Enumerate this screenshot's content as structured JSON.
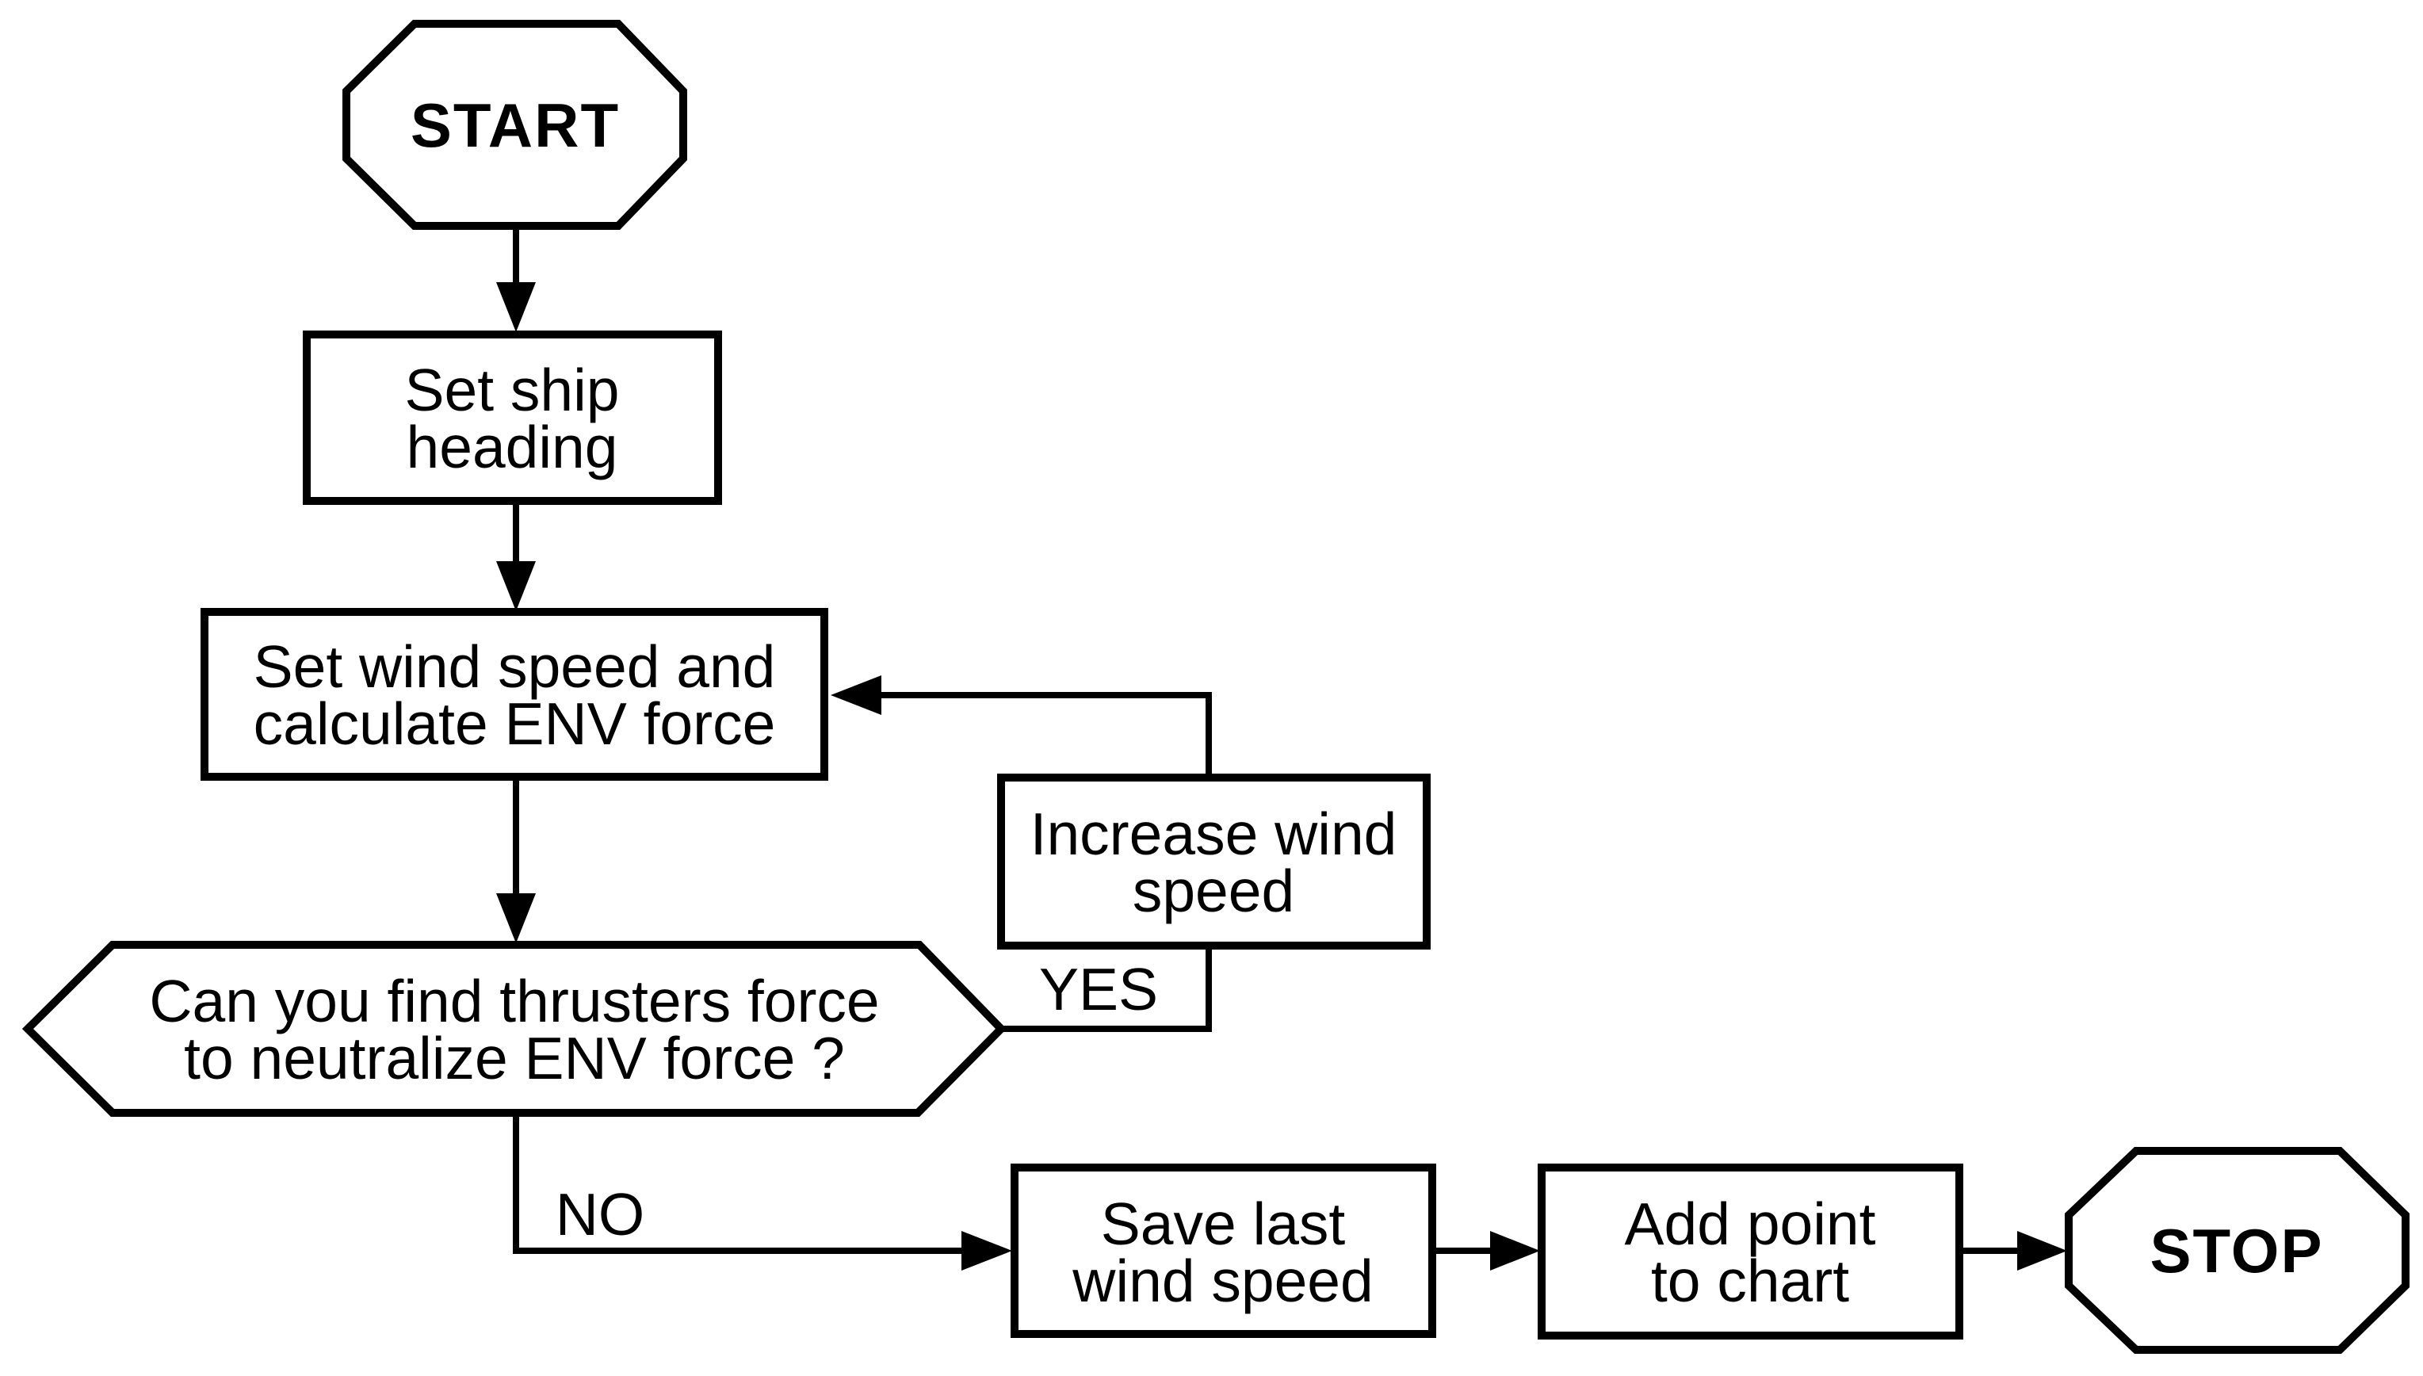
{
  "diagram": {
    "type": "flowchart",
    "background_color": "#ffffff",
    "line_color": "#000000",
    "node_fill_color": "#ffffff",
    "nodes": {
      "start": {
        "shape": "octagon",
        "label": "START"
      },
      "set_ship_heading": {
        "shape": "rectangle",
        "lines": [
          "Set ship",
          "heading"
        ]
      },
      "set_wind_speed": {
        "shape": "rectangle",
        "lines": [
          "Set wind speed and",
          "calculate ENV force"
        ]
      },
      "thrusters_decision": {
        "shape": "hexagon",
        "lines": [
          "Can you find thrusters force",
          "to neutralize ENV force ?"
        ]
      },
      "increase_wind_speed": {
        "shape": "rectangle",
        "lines": [
          "Increase wind",
          "speed"
        ]
      },
      "save_last_wind_speed": {
        "shape": "rectangle",
        "lines": [
          "Save last",
          "wind speed"
        ]
      },
      "add_point_to_chart": {
        "shape": "rectangle",
        "lines": [
          "Add point",
          "to chart"
        ]
      },
      "stop": {
        "shape": "octagon",
        "label": "STOP"
      }
    },
    "edge_labels": {
      "yes": "YES",
      "no": "NO"
    }
  }
}
